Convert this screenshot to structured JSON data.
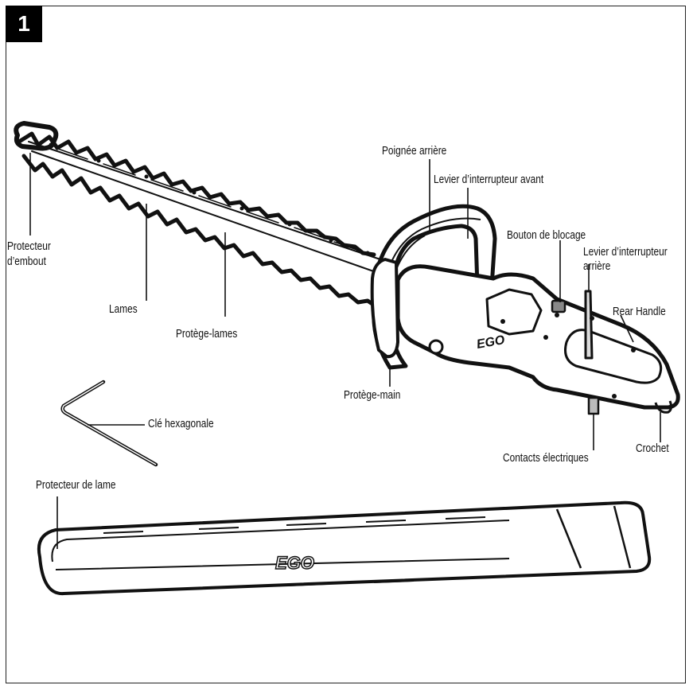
{
  "figure_number": "1",
  "brand": "EGO",
  "labels": {
    "poignee_arriere": "Poignée arrière",
    "levier_avant": "Levier d’interrupteur avant",
    "bouton_blocage": "Bouton de blocage",
    "levier_arriere_1": "Levier d’interrupteur",
    "levier_arriere_2": "arrière",
    "rear_handle": "Rear Handle",
    "protecteur_embout_1": "Protecteur",
    "protecteur_embout_2": "d’embout",
    "lames": "Lames",
    "protege_lames": "Protège-lames",
    "protege_main": "Protège-main",
    "cle_hexagonale": "Clé hexagonale",
    "contacts_electriques": "Contacts électriques",
    "crochet": "Crochet",
    "protecteur_de_lame": "Protecteur de lame"
  }
}
